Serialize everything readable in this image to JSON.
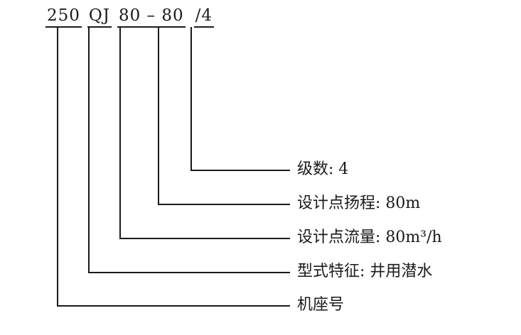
{
  "diagram": {
    "description": "pump model number nomenclature",
    "line_color": "#1a1a1a",
    "background": "#ffffff"
  },
  "code": {
    "segments": [
      {
        "id": "frame-size",
        "text": "250"
      },
      {
        "id": "type-code",
        "text": "QJ"
      },
      {
        "id": "flow-head",
        "text": "80 – 80"
      },
      {
        "id": "stages",
        "text": "/4"
      }
    ]
  },
  "labels": [
    {
      "id": "stages",
      "text": "级数: 4"
    },
    {
      "id": "design-head",
      "text": "设计点扬程: 80m"
    },
    {
      "id": "design-flow",
      "text": "设计点流量: 80m³/h"
    },
    {
      "id": "type-feature",
      "text": "型式特征: 井用潜水"
    },
    {
      "id": "frame-size",
      "text": "机座号"
    }
  ]
}
